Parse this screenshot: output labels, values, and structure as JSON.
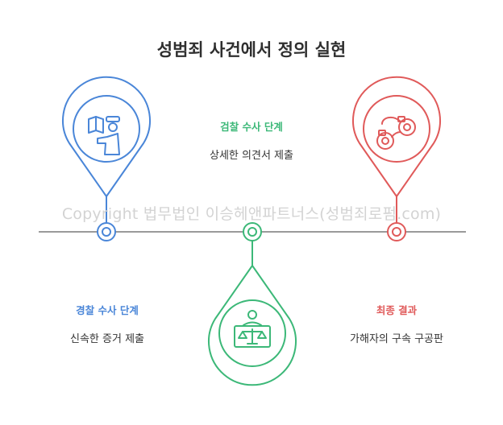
{
  "title": "성범죄 사건에서 정의 실현",
  "watermark": "Copyright 법무법인 이승헤앤파트너스(성범죄로펌.com)",
  "stages": [
    {
      "title": "경찰 수사 단계",
      "description": "신속한 증거 제출",
      "color": "#4a86d8",
      "icon": "evidence-submission-icon"
    },
    {
      "title": "검찰 수사 단계",
      "description": "상세한 의견서 제출",
      "color": "#3cb878",
      "icon": "scales-of-justice-icon"
    },
    {
      "title": "최종 결과",
      "description": "가해자의 구속 구공판",
      "color": "#e05a5a",
      "icon": "handcuffs-icon"
    }
  ],
  "colors": {
    "timeline": "#9a9a9a",
    "title": "#2f2f2f",
    "text": "#333333"
  }
}
